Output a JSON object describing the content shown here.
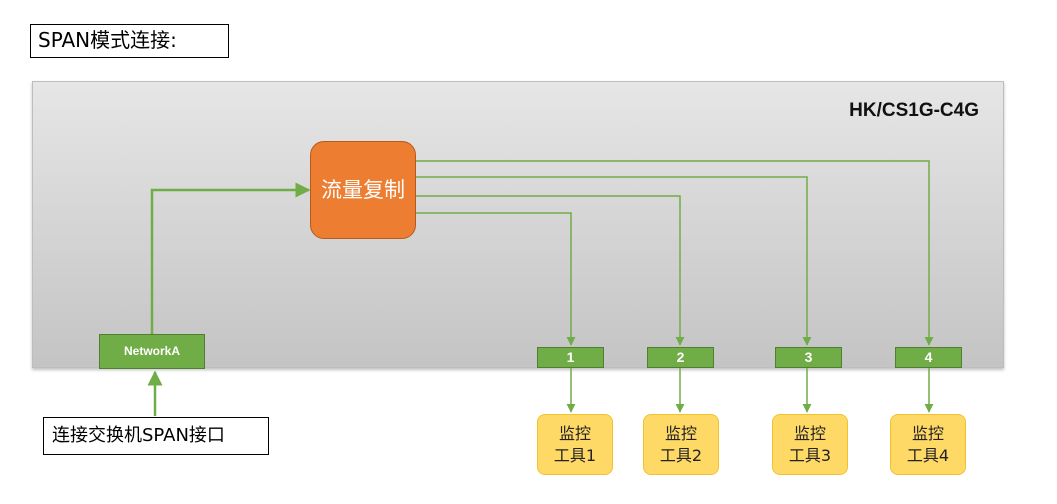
{
  "title": "SPAN模式连接:",
  "device": {
    "model": "HK/CS1G-C4G",
    "replicator_label": "流量复制",
    "network_port_label": "NetworkA",
    "ports": [
      "1",
      "2",
      "3",
      "4"
    ]
  },
  "tools": [
    {
      "line1": "监控",
      "line2": "工具1"
    },
    {
      "line1": "监控",
      "line2": "工具2"
    },
    {
      "line1": "监控",
      "line2": "工具3"
    },
    {
      "line1": "监控",
      "line2": "工具4"
    }
  ],
  "connect_label": "连接交换机SPAN接口",
  "colors": {
    "line": "#70ad47",
    "replicator": "#ed7d31",
    "port": "#70ad47",
    "tool": "#ffd966"
  }
}
